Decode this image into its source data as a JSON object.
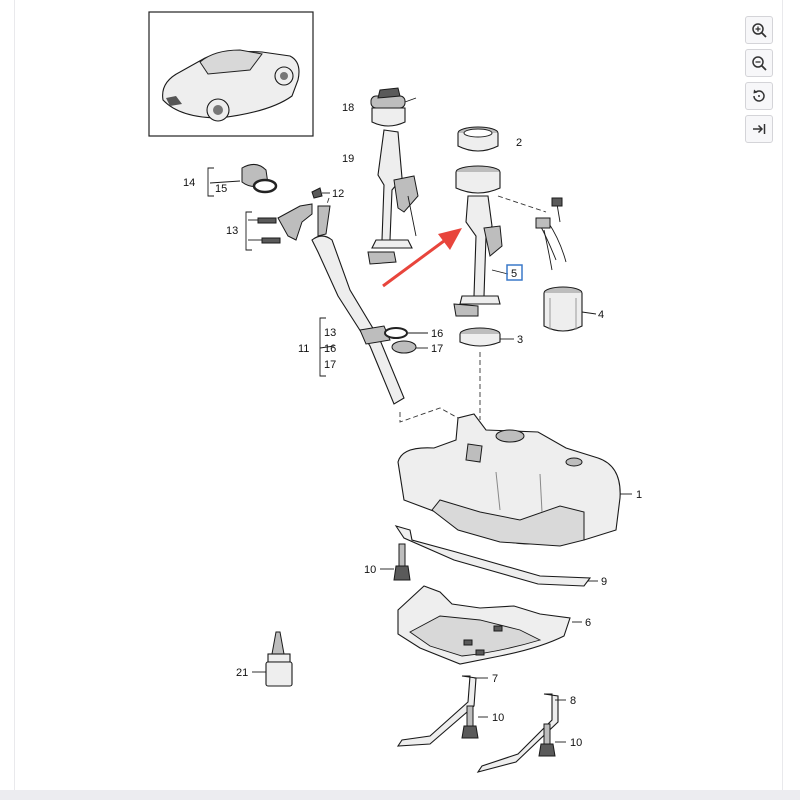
{
  "toolbar": {
    "buttons": [
      {
        "icon": "zoom-in-icon"
      },
      {
        "icon": "zoom-out-icon"
      },
      {
        "icon": "rotate-icon"
      },
      {
        "icon": "expand-icon"
      }
    ]
  },
  "colors": {
    "arrow": "#e8453c",
    "highlight_box": "#3a78c9"
  },
  "callouts": {
    "c1": "1",
    "c2": "2",
    "c3": "3",
    "c4": "4",
    "c5": "5",
    "c6": "6",
    "c7": "7",
    "c8": "8",
    "c9": "9",
    "c10a": "10",
    "c10b": "10",
    "c10c": "10",
    "c11": "11",
    "c12": "12",
    "c13a": "13",
    "c13b": "13",
    "c14": "14",
    "c15": "15",
    "c16a": "16",
    "c16b": "16",
    "c17a": "17",
    "c17b": "17",
    "c18": "18",
    "c19": "19",
    "c21": "21"
  }
}
